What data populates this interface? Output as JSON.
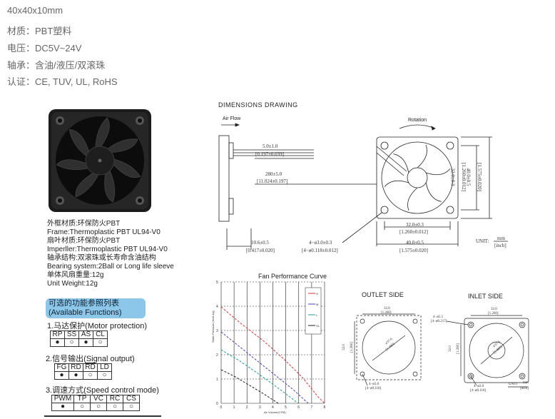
{
  "specs": {
    "size": "40x40x10mm",
    "material": "材质：PBT塑料",
    "voltage": "电压：DC5V~24V",
    "bearing": "轴承：含油/液压/双滚珠",
    "cert": "认证：CE, TUV, UL, RoHS"
  },
  "materials": [
    "外框材质:环保防火PBT",
    "Frame:Thermoplastic PBT UL94-V0",
    "扇叶材质:环保防火PBT",
    "Imperller:Thermoplastic PBT UL94-V0",
    "轴承结构:双滚珠或长寿命含油结构",
    "Bearing system:2Ball or Long life sleeve",
    "单体风扇重量:12g",
    "Unit Weight:12g"
  ],
  "functions": {
    "title_cn": "可选的功能参照列表",
    "title_en": "(Available Functions)",
    "motor": {
      "heading": "1.马达保护(Motor protection)",
      "headers": [
        "RP",
        "SS",
        "AS",
        "CL"
      ],
      "marks": [
        "●",
        "○",
        "●",
        "○"
      ]
    },
    "signal": {
      "heading": "2.信号输出(Signal output)",
      "headers": [
        "FG",
        "RD",
        "RD",
        "LD"
      ],
      "marks": [
        "●",
        "●",
        "○",
        "○"
      ]
    },
    "speed": {
      "heading": "3.调速方式(Speed control mode)",
      "headers": [
        "PWM",
        "TP",
        "VC",
        "RC",
        "CS"
      ],
      "marks": [
        "●",
        "○",
        "○",
        "○",
        "○"
      ]
    }
  },
  "drawing": {
    "title": "DIMENSIONS DRAWING",
    "airflow": "Air Flow",
    "rotation": "Rotation",
    "dim_5": "5.0±1.0",
    "dim_5_in": "[0.197±0.039]",
    "dim_280": "280±5.0",
    "dim_280_in": "[11.024±0.197]",
    "dim_106": "10.6±0.5",
    "dim_106_in": "[0.417±0.020]",
    "dim_hole": "4−ø3.0±0.3",
    "dim_hole_in": "[4−ø0.118±0.012]",
    "dim_32h": "32.0±0.3",
    "dim_32h_in": "[1.260±0.012]",
    "dim_40h": "40.0±0.5",
    "dim_40h_in": "[1.575±0.020]",
    "dim_32v": "32.0±0.3",
    "dim_32v_in": "[1.260±0.012]",
    "dim_40v": "40.0±0.5",
    "dim_40v_in": "[1.575±0.020]",
    "unit_label": "UNIT:",
    "unit_mm": "mm",
    "unit_inch": "[inch]"
  },
  "curve": {
    "title": "Fan Performance Curve",
    "ylabel": "Static Pressure (Inch-Aq)",
    "xlabel": "Air Volume(CFM)",
    "xticks": [
      "0",
      "1",
      "2",
      "3",
      "4",
      "5",
      "6",
      "7",
      "8"
    ],
    "yticks": [
      "5",
      "4",
      "3",
      "2",
      "1",
      "0"
    ],
    "legend": [
      "H",
      "M",
      "L",
      "SL"
    ],
    "colors": [
      "#e03030",
      "#4040c0",
      "#20a090",
      "#202020"
    ]
  },
  "outlet": {
    "title": "OUTLET SIDE",
    "top": "32.0",
    "top_in": "[1.260]",
    "side": "32.0",
    "side_in": "[1.260]",
    "dia": "ø37.6",
    "dia_in": "[1.480]",
    "hole": "4−ø3.0",
    "hole_in": "[4−ø0.118]"
  },
  "inlet": {
    "title": "INLET SIDE",
    "top": "32.0",
    "top_in": "[1.260]",
    "side": "32.0",
    "side_in": "[1.260]",
    "dia": "ø37.6",
    "dia_in": "[1.480]",
    "hole": "4−ø5.5",
    "hole_in": "[4−ø0.217]",
    "hole2": "4−ø3.0",
    "hole2_in": "[4−ø0.118]",
    "unit_label": "UNIT:",
    "unit_mm": "mm",
    "unit_inch": "[inch]"
  }
}
